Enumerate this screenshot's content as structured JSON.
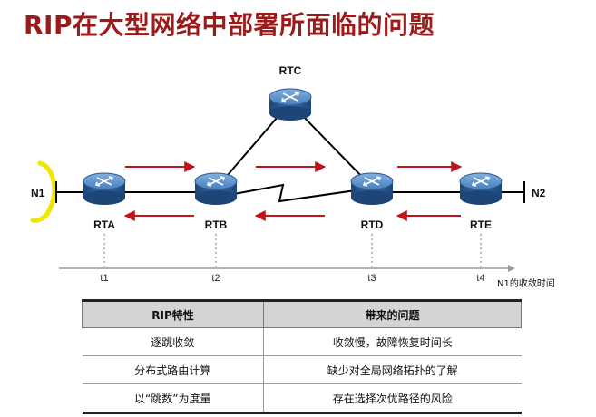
{
  "title": "RIP在大型网络中部署所面临的问题",
  "routers": [
    {
      "id": "rta",
      "label": "RTA"
    },
    {
      "id": "rtb",
      "label": "RTB"
    },
    {
      "id": "rtc",
      "label": "RTC"
    },
    {
      "id": "rtd",
      "label": "RTD"
    },
    {
      "id": "rte",
      "label": "RTE"
    }
  ],
  "networks": {
    "left": "N1",
    "right": "N2"
  },
  "timeline": {
    "ticks": [
      "t1",
      "t2",
      "t3",
      "t4"
    ],
    "axis_label": "N1的收敛时间"
  },
  "table": {
    "headers": [
      "RIP特性",
      "带来的问题"
    ],
    "rows": [
      [
        "逐跳收敛",
        "收敛慢，故障恢复时间长"
      ],
      [
        "分布式路由计算",
        "缺少对全局网络拓扑的了解"
      ],
      [
        "以“跳数”为度量",
        "存在选择次优路径的风险"
      ]
    ]
  },
  "colors": {
    "title": "#9b1b1b",
    "arrow": "#c0141c",
    "router_top": "#5b8fc9",
    "router_body": "#2e5f99",
    "highlight": "#f2e600"
  }
}
